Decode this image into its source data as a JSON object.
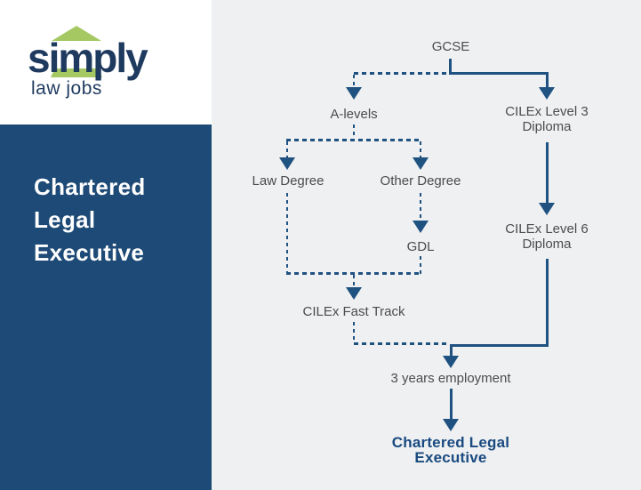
{
  "logo": {
    "word": "simply",
    "subtext": "law jobs"
  },
  "sidebar": {
    "title": "Chartered\nLegal\nExecutive"
  },
  "flowchart": {
    "nodes": [
      {
        "id": "gcse",
        "label": "GCSE"
      },
      {
        "id": "a-levels",
        "label": "A-levels"
      },
      {
        "id": "law-degree",
        "label": "Law Degree"
      },
      {
        "id": "other-degree",
        "label": "Other Degree"
      },
      {
        "id": "gdl",
        "label": "GDL"
      },
      {
        "id": "cilex-fast-track",
        "label": "CILEx Fast Track"
      },
      {
        "id": "cilex-level-3-diploma",
        "label": "CILEx Level 3\nDiploma"
      },
      {
        "id": "cilex-level-6-diploma",
        "label": "CILEx Level 6\nDiploma"
      },
      {
        "id": "three-years-employment",
        "label": "3 years employment"
      },
      {
        "id": "chartered-legal-executive",
        "label": "Chartered Legal Executive"
      }
    ],
    "edges": [
      {
        "from": "gcse",
        "to": "a-levels",
        "style": "dashed"
      },
      {
        "from": "gcse",
        "to": "cilex-level-3-diploma",
        "style": "solid"
      },
      {
        "from": "a-levels",
        "to": "law-degree",
        "style": "dashed"
      },
      {
        "from": "a-levels",
        "to": "other-degree",
        "style": "dashed"
      },
      {
        "from": "other-degree",
        "to": "gdl",
        "style": "dashed"
      },
      {
        "from": "law-degree",
        "to": "cilex-fast-track",
        "style": "dashed"
      },
      {
        "from": "gdl",
        "to": "cilex-fast-track",
        "style": "dashed"
      },
      {
        "from": "cilex-level-3-diploma",
        "to": "cilex-level-6-diploma",
        "style": "solid"
      },
      {
        "from": "cilex-level-6-diploma",
        "to": "three-years-employment",
        "style": "solid"
      },
      {
        "from": "cilex-fast-track",
        "to": "three-years-employment",
        "style": "dashed"
      },
      {
        "from": "three-years-employment",
        "to": "chartered-legal-executive",
        "style": "solid"
      }
    ]
  },
  "colors": {
    "background": "#eef0f1",
    "panel": "#1d4a76",
    "line": "#1f5181",
    "label": "#4c4c4c",
    "accent_navy": "#1a4a80",
    "logo_navy": "#1f3a5f",
    "logo_green": "#a5c863"
  }
}
